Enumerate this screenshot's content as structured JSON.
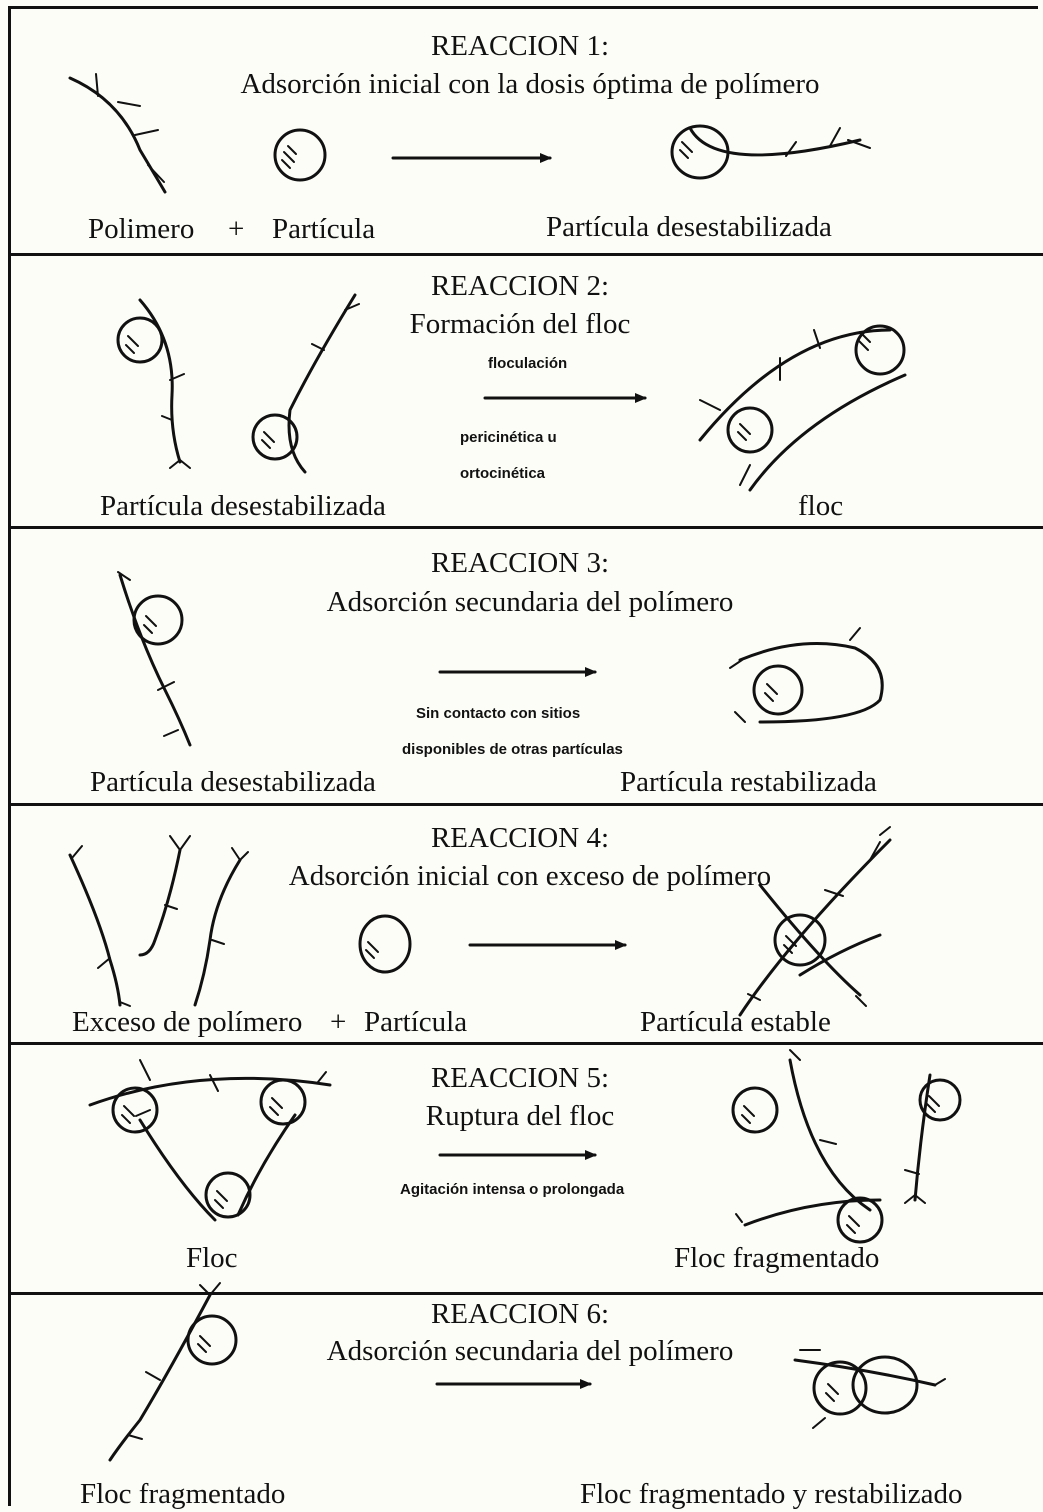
{
  "reactions": [
    {
      "title": "REACCION 1:",
      "subtitle": "Adsorción inicial con la dosis óptima de polímero",
      "left_label": "Polimero",
      "plus": "+",
      "middle_label": "Partícula",
      "right_label": "Partícula desestabilizada",
      "arrow_notes": []
    },
    {
      "title": "REACCION 2:",
      "subtitle": "Formación del floc",
      "left_label": "Partícula desestabilizada",
      "right_label": "floc",
      "arrow_notes": [
        "floculación",
        "pericinética u",
        "ortocinética"
      ]
    },
    {
      "title": "REACCION 3:",
      "subtitle": "Adsorción secundaria del polímero",
      "left_label": "Partícula desestabilizada",
      "right_label": "Partícula restabilizada",
      "arrow_notes": [
        "Sin contacto con sitios",
        "disponibles de otras partículas"
      ]
    },
    {
      "title": "REACCION 4:",
      "subtitle": "Adsorción inicial con exceso de polímero",
      "left_label": "Exceso de polímero",
      "plus": "+",
      "middle_label": "Partícula",
      "right_label": "Partícula estable",
      "arrow_notes": []
    },
    {
      "title": "REACCION 5:",
      "subtitle": "Ruptura del floc",
      "left_label": "Floc",
      "right_label": "Floc fragmentado",
      "arrow_notes": [
        "Agitación intensa o prolongada"
      ]
    },
    {
      "title": "REACCION 6:",
      "subtitle": "Adsorción secundaria del polímero",
      "left_label": "Floc fragmentado",
      "right_label": "Floc fragmentado y  restabilizado",
      "arrow_notes": []
    }
  ]
}
